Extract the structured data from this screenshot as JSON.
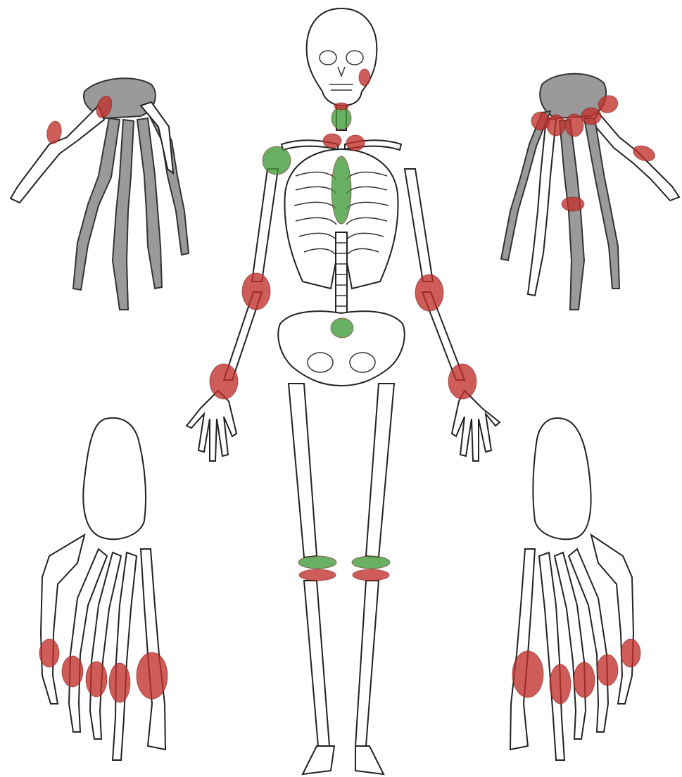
{
  "colors": {
    "affected_red": "#c0302a",
    "affected_green": "#3f9a3a",
    "bone_outline": "#222222",
    "bone_fill": "#ffffff",
    "bone_grey": "#9a9a9a"
  },
  "legend": {},
  "joint_markers": {
    "red": [
      "jaw",
      "sternoclavicular-left",
      "sternoclavicular-right",
      "elbow-left",
      "elbow-right",
      "wrist-left",
      "wrist-right",
      "knee-left",
      "knee-right",
      "left-hand-cmc-thumb",
      "left-hand-ip-thumb",
      "right-hand-mcp-row",
      "right-hand-pip-middle",
      "right-hand-thumb",
      "left-foot-mtp-row",
      "right-foot-mtp-row"
    ],
    "green": [
      "cervical-spine",
      "shoulder-right",
      "sternum",
      "lumbar-spine",
      "knee-left-upper",
      "knee-right-upper"
    ]
  }
}
